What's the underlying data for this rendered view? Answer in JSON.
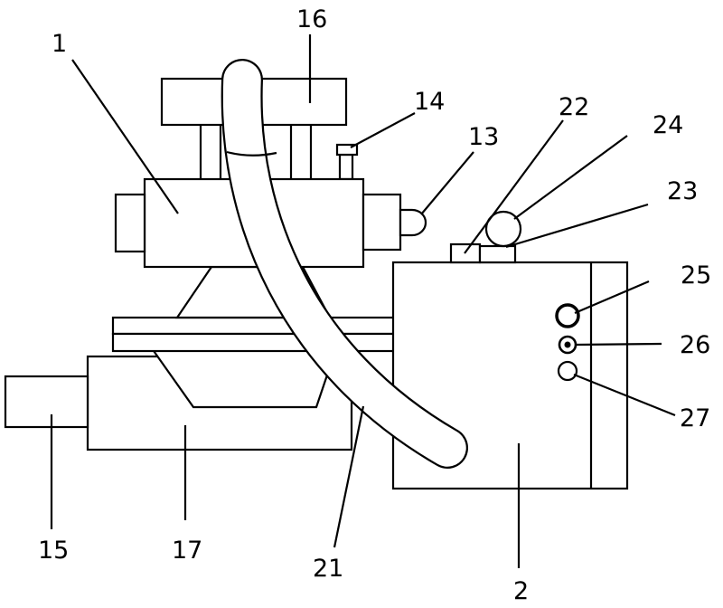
{
  "labels": {
    "l1": "1",
    "l16": "16",
    "l14": "14",
    "l13": "13",
    "l22": "22",
    "l24": "24",
    "l23": "23",
    "l25": "25",
    "l26": "26",
    "l27": "27",
    "l15": "15",
    "l17": "17",
    "l21": "21",
    "l2": "2"
  },
  "colors": {
    "ink": "#000000",
    "paper": "#ffffff"
  }
}
